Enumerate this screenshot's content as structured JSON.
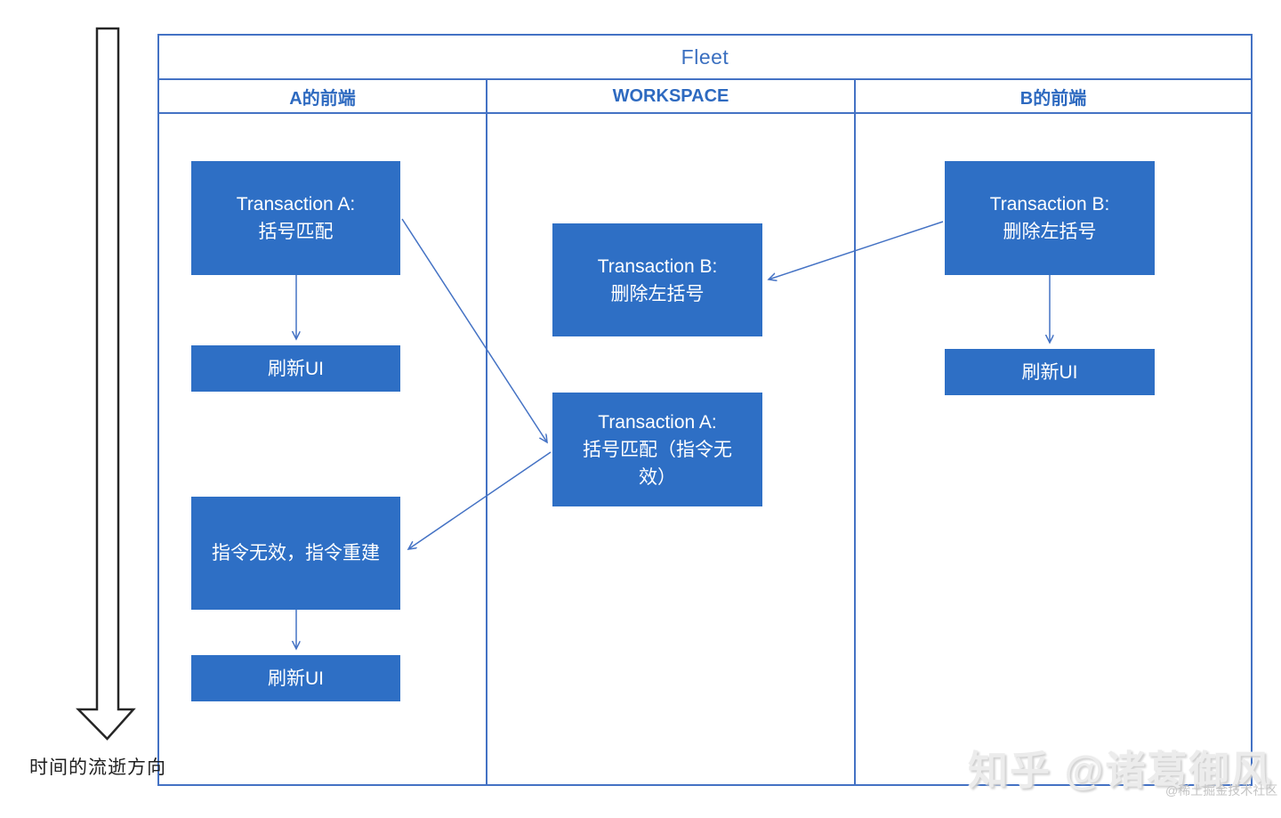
{
  "diagram": {
    "title": "Fleet",
    "lanes": [
      {
        "label": "A的前端"
      },
      {
        "label": "WORKSPACE"
      },
      {
        "label": "B的前端"
      }
    ],
    "boxes": {
      "a1": "Transaction A:\n括号匹配",
      "a_refresh1": "刷新UI",
      "a2": "指令无效，指令重建",
      "a_refresh2": "刷新UI",
      "ws_b": "Transaction B:\n删除左括号",
      "ws_a": "Transaction A:\n括号匹配（指令无效）",
      "b1": "Transaction B:\n删除左括号",
      "b_refresh": "刷新UI"
    },
    "arrows": [
      {
        "from": "a1",
        "to": "a_refresh1"
      },
      {
        "from": "a1",
        "to": "ws_a"
      },
      {
        "from": "b1",
        "to": "ws_b"
      },
      {
        "from": "b1",
        "to": "b_refresh"
      },
      {
        "from": "ws_a",
        "to": "a2"
      },
      {
        "from": "a2",
        "to": "a_refresh2"
      }
    ],
    "time_label": "时间的流逝方向",
    "colors": {
      "box_fill": "#2e6fc5",
      "line_blue": "#4472c4",
      "header_text": "#2e6ac0",
      "time_arrow_outline": "#262626"
    }
  },
  "watermark": {
    "main": "知乎 @诸葛御风",
    "sub": "@稀土掘金技术社区"
  }
}
